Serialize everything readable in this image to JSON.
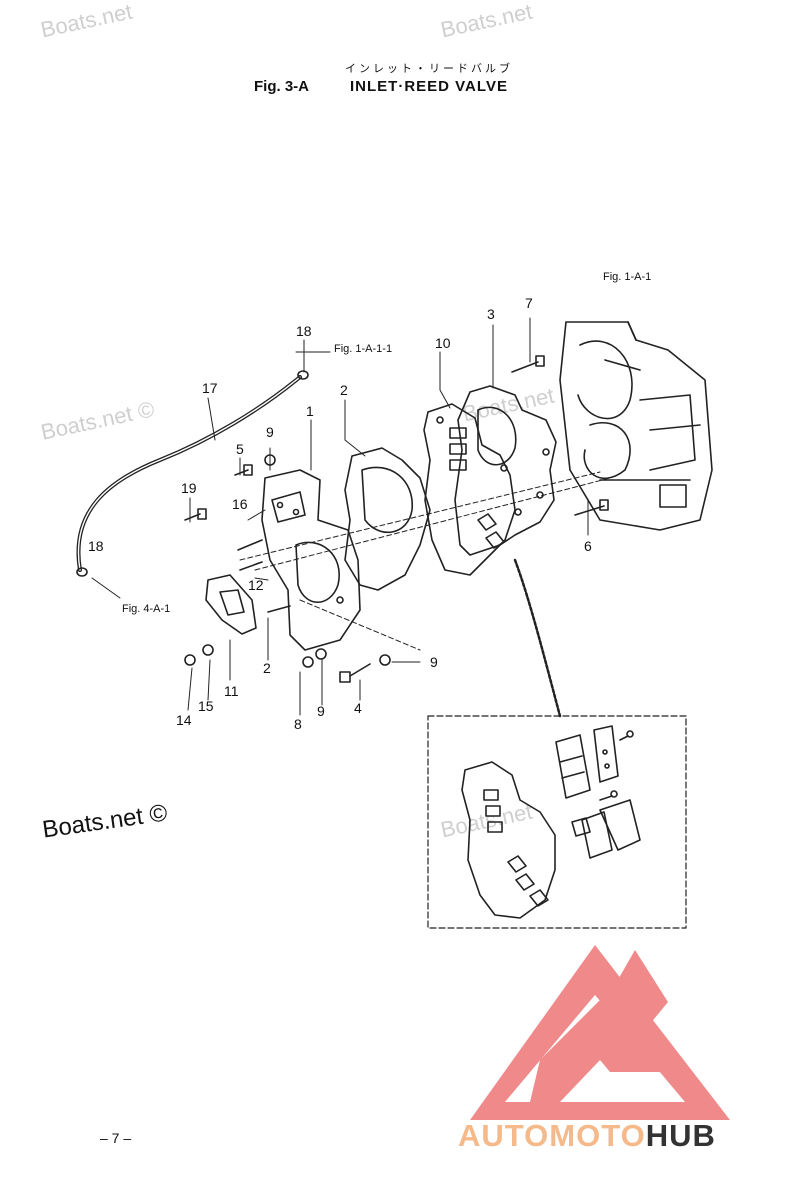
{
  "header": {
    "title_jp": "インレット・リードバルブ",
    "fig_label": "Fig. 3-A",
    "title": "INLET·REED VALVE"
  },
  "references": {
    "ref_1a1": "Fig. 1-A-1",
    "ref_1a11": "Fig. 1-A-1-1",
    "ref_4a1": "Fig. 4-A-1"
  },
  "callouts": [
    "1",
    "2",
    "2",
    "3",
    "4",
    "5",
    "6",
    "7",
    "8",
    "9",
    "9",
    "9",
    "10",
    "11",
    "12",
    "14",
    "15",
    "16",
    "17",
    "18",
    "18",
    "19"
  ],
  "watermarks": {
    "text": "Boats.net",
    "text_copy": "Boats.net ©"
  },
  "footer": {
    "page_number": "– 7 –",
    "brand_part1": "AUTOMOTO",
    "brand_part2": "HUB"
  },
  "colors": {
    "logo_red": "#f08a8a",
    "logo_orange": "#f5b98a",
    "logo_dark": "#333333",
    "line": "#222222",
    "watermark": "#cfcfcf"
  }
}
